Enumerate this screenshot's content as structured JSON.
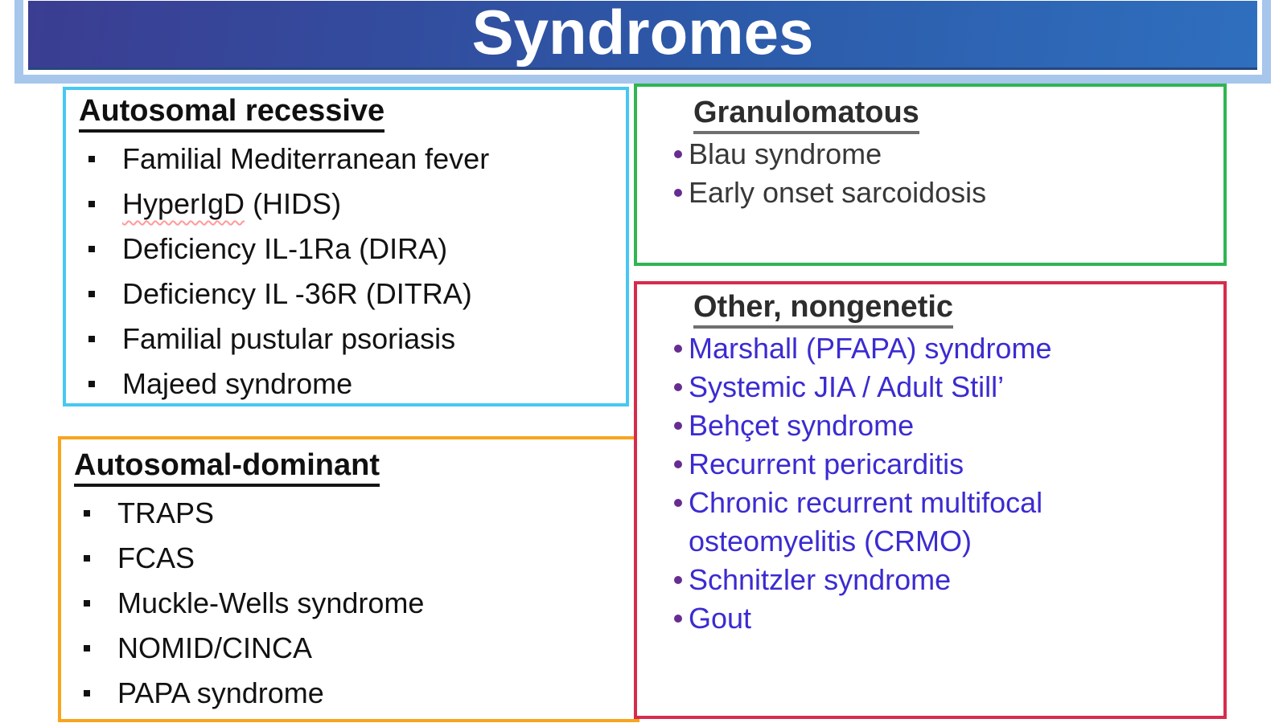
{
  "title": "Syndromes",
  "colors": {
    "frame_blue": "#a6c6ec",
    "title_gradient_start": "#3b3d92",
    "title_gradient_mid": "#2c59a8",
    "title_gradient_end": "#2f6fbe",
    "cyan_border": "#47c8f3",
    "orange_border": "#f8a41e",
    "green_border": "#30b552",
    "red_border": "#d62c4c",
    "purple_bullet": "#662d91",
    "blue_item_text": "#3b2bd1"
  },
  "boxes": {
    "autosomal_recessive": {
      "heading": "Autosomal recessive",
      "items": [
        "Familial Mediterranean fever",
        {
          "word": "HyperIgD",
          "rest": " (HIDS)"
        },
        "Deficiency IL-1Ra (DIRA)",
        "Deficiency IL -36R (DITRA)",
        "Familial pustular psoriasis",
        "Majeed syndrome"
      ]
    },
    "autosomal_dominant": {
      "heading": "Autosomal-dominant",
      "items": [
        "TRAPS",
        "FCAS",
        "Muckle-Wells syndrome",
        "NOMID/CINCA",
        "PAPA syndrome"
      ]
    },
    "granulomatous": {
      "heading": "Granulomatous",
      "items": [
        "Blau syndrome",
        "Early onset sarcoidosis"
      ]
    },
    "other_nongenetic": {
      "heading": "Other, nongenetic",
      "items": [
        "Marshall (PFAPA) syndrome",
        "Systemic JIA / Adult Still’",
        "Behçet syndrome",
        "Recurrent pericarditis",
        "Chronic recurrent multifocal osteomyelitis (CRMO)",
        "Schnitzler syndrome",
        "Gout"
      ]
    }
  }
}
